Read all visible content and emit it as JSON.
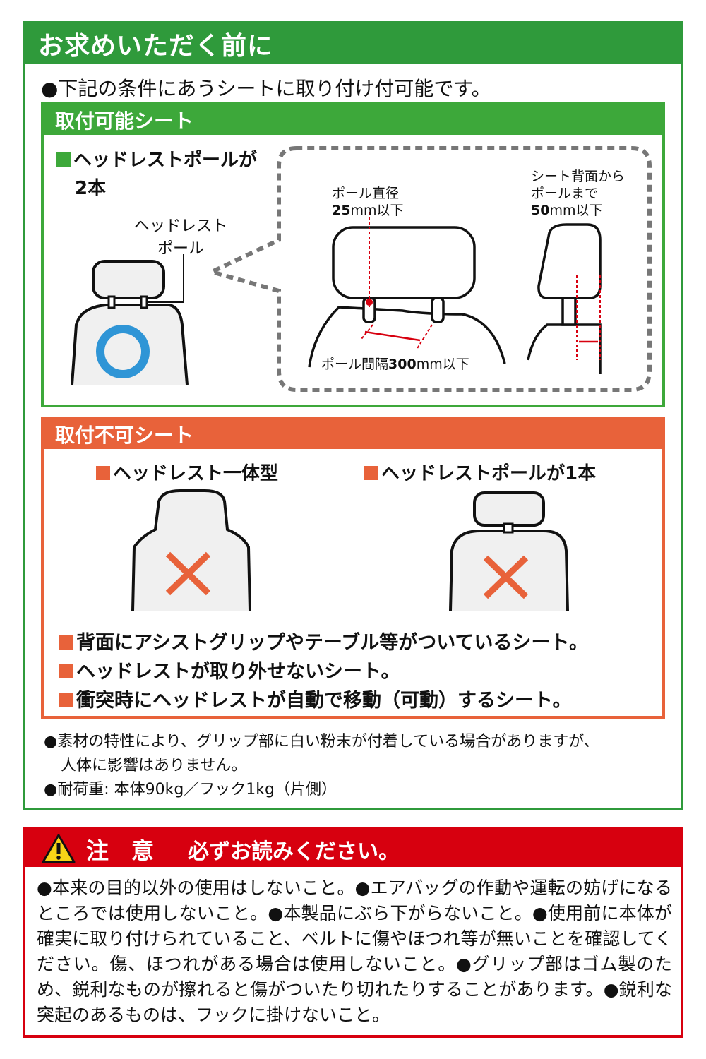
{
  "title": "お求めいただく前に",
  "intro": "●下記の条件にあうシートに取り付け付可能です。",
  "ok": {
    "heading": "取付可能シート",
    "condition_line1": "ヘッドレストポールが",
    "condition_line2": "2本",
    "pole_label_line1": "ヘッドレスト",
    "pole_label_line2": "ポール",
    "diameter_label": "ポール直径",
    "diameter_value": "25",
    "diameter_unit": "mm以下",
    "spacing_label": "ポール間隔",
    "spacing_value": "300",
    "spacing_unit": "mm以下",
    "distance_line1": "シート背面から",
    "distance_line2": "ポールまで",
    "distance_value": "50",
    "distance_unit": "mm以下"
  },
  "ng": {
    "heading": "取付不可シート",
    "type1": "ヘッドレスト一体型",
    "type2": "ヘッドレストポールが1本",
    "items": [
      "背面にアシストグリップやテーブル等がついているシート。",
      "ヘッドレストが取り外せないシート。",
      "衝突時にヘッドレストが自動で移動（可動）するシート。"
    ]
  },
  "notes": [
    "●素材の特性により、グリップ部に白い粉末が付着している場合がありますが、",
    "人体に影響はありません。",
    "●耐荷重: 本体90kg／フック1kg（片側）"
  ],
  "warning": {
    "heading": "注　意",
    "subheading": "必ずお読みください。",
    "body": "●本来の目的以外の使用はしないこと。●エアバッグの作動や運転の妨げになるところでは使用しないこと。●本製品にぶら下がらないこと。●使用前に本体が確実に取り付けられていること、ベルトに傷やほつれ等が無いことを確認してください。傷、ほつれがある場合は使用しないこと。●グリップ部はゴム製のため、鋭利なものが擦れると傷がついたり切れたりすることがあります。●鋭利な突起のあるものは、フックに掛けないこと。"
  },
  "colors": {
    "green": "#2f9a3b",
    "light_green": "#3da83a",
    "orange": "#e8623a",
    "red": "#d7000f",
    "blue": "#2f95d6"
  }
}
